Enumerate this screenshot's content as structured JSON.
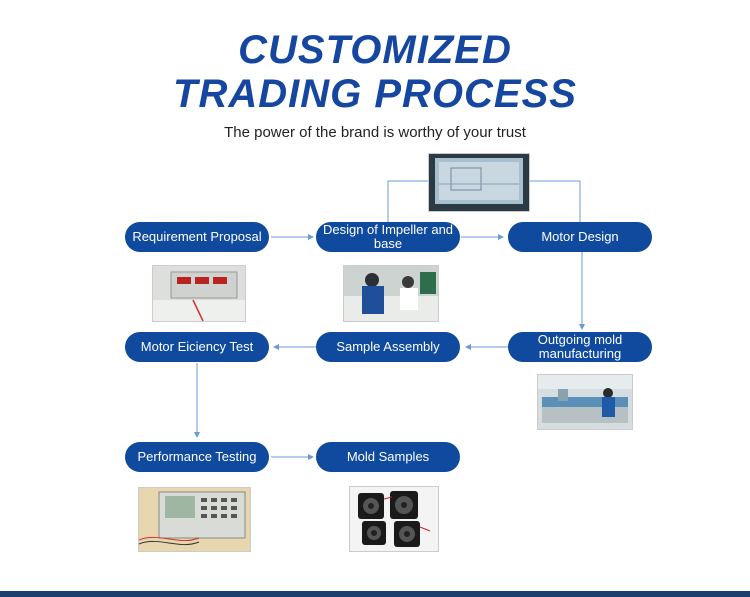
{
  "header": {
    "title_line1": "CUSTOMIZED",
    "title_line2": "TRADING PROCESS",
    "subtitle": "The power of the brand is worthy of your trust"
  },
  "steps": {
    "requirement": "Requirement Proposal",
    "design_impeller": "Design of Impeller and base",
    "motor_design": "Motor Design",
    "outgoing_mold": "Outgoing mold manufacturing",
    "sample_assembly": "Sample Assembly",
    "motor_efficiency": "Motor Eiciency Test",
    "performance_testing": "Performance Testing",
    "mold_samples": "Mold Samples"
  },
  "colors": {
    "node": "#0f4a9e",
    "title": "#1546a0",
    "connector": "#6b9bd6"
  }
}
